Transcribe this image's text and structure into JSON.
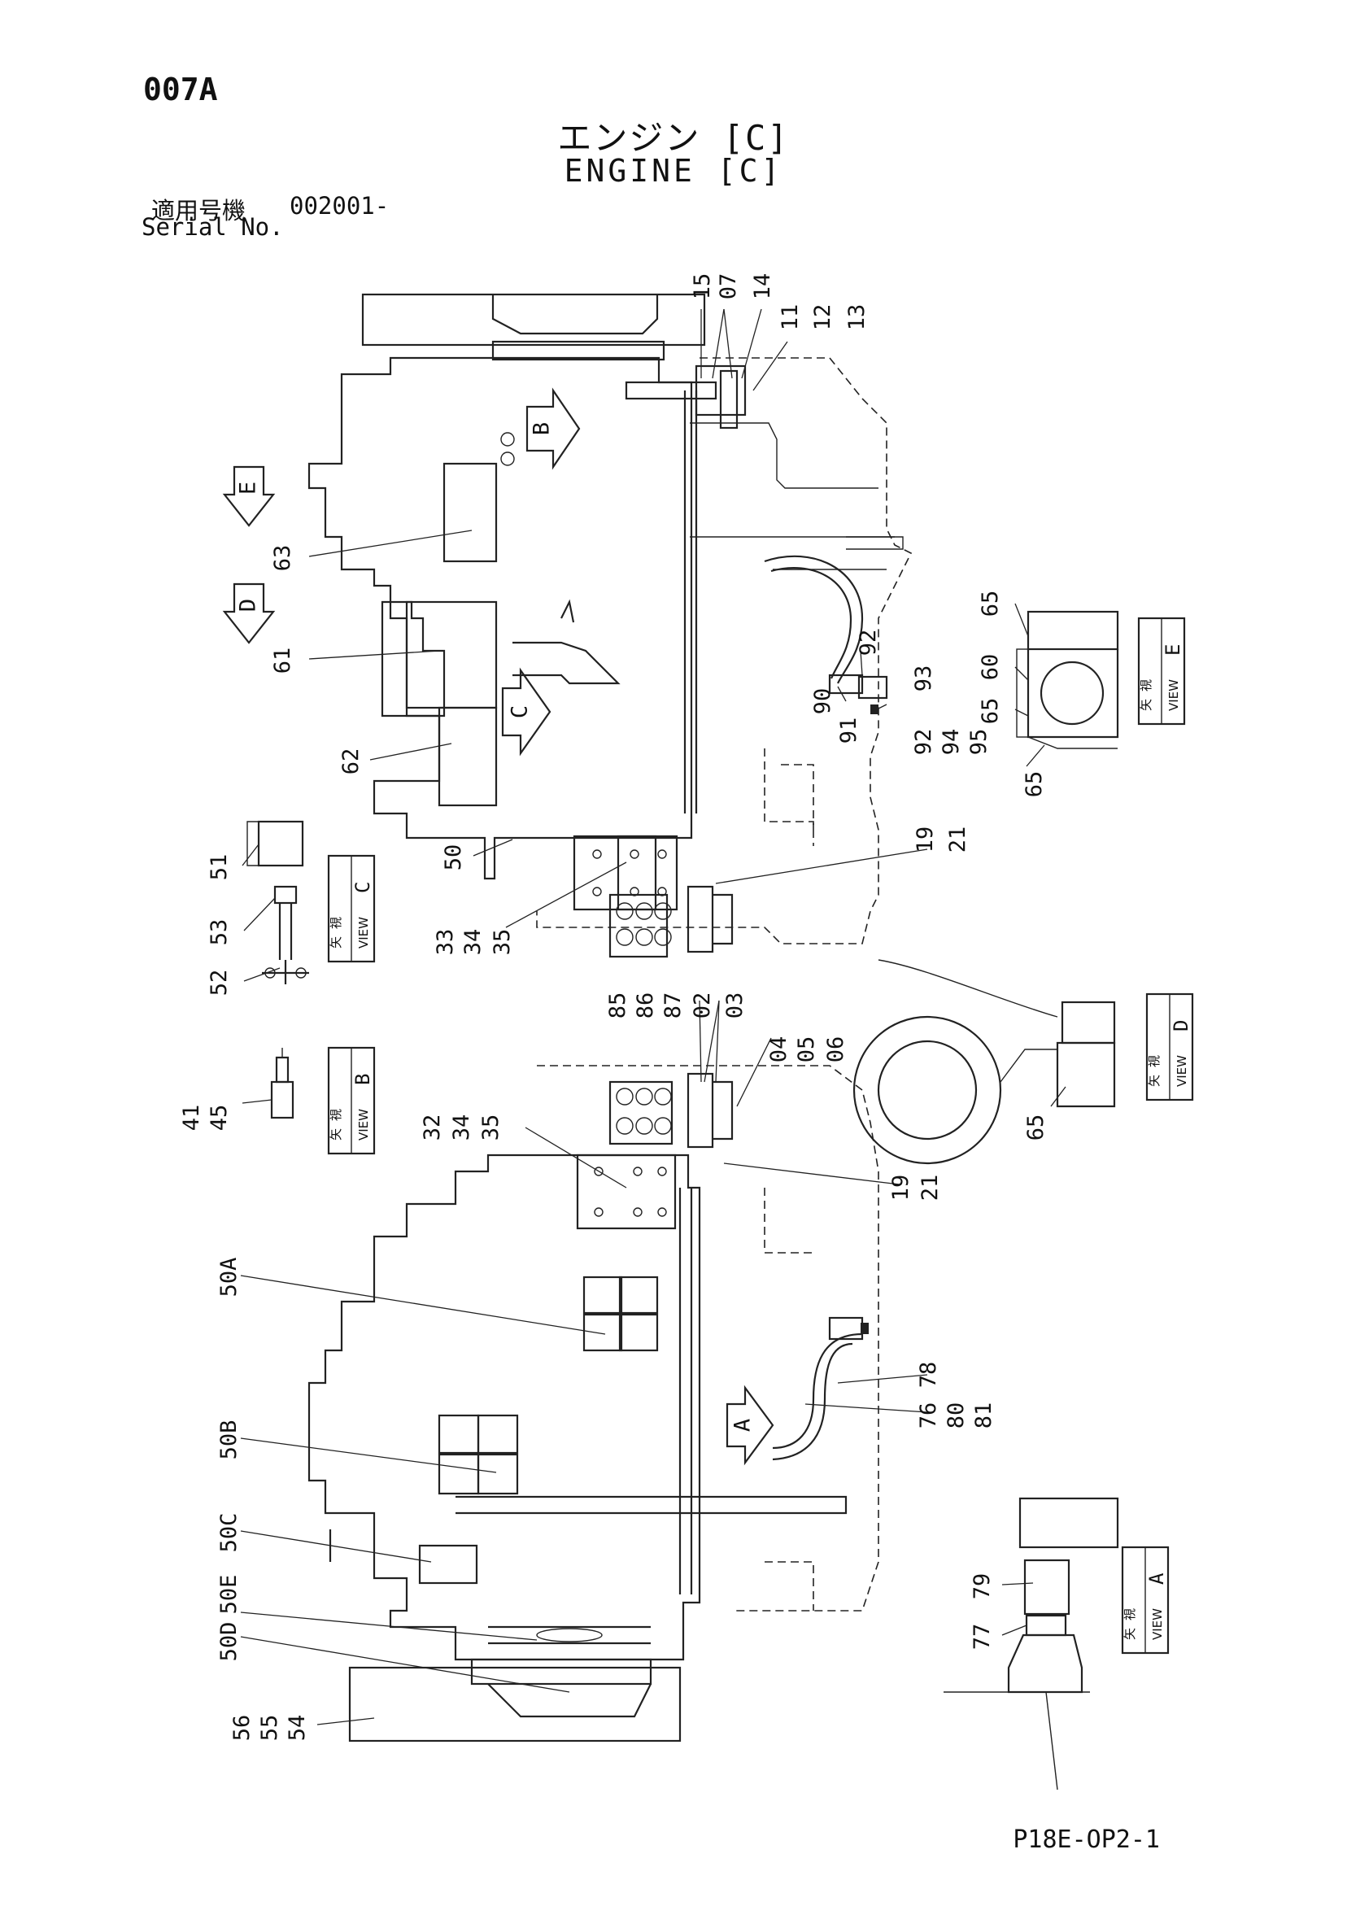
{
  "header": {
    "page_code": "007A",
    "title_jp": "エンジン [C]",
    "title_en": "ENGINE [C]",
    "serial_label_jp": "適用号機",
    "serial_value": "002001-",
    "serial_label_en": "Serial No."
  },
  "footer": {
    "code": "P18E-OP2-1"
  },
  "callouts": {
    "c15": "15",
    "c07": "07",
    "c14": "14",
    "c11": "11",
    "c12": "12",
    "c13": "13",
    "c63": "63",
    "c61": "61",
    "c62": "62",
    "c50": "50",
    "c19a": "19",
    "c21a": "21",
    "c33": "33",
    "c34a": "34",
    "c35a": "35",
    "c65a": "65",
    "c60": "60",
    "c65b": "65",
    "c65c": "65",
    "c90": "90",
    "c91": "91",
    "c92a": "92",
    "c93": "93",
    "c92b": "92",
    "c94": "94",
    "c95": "95",
    "c51": "51",
    "c53": "53",
    "c52": "52",
    "c41": "41",
    "c45": "45",
    "c85": "85",
    "c86": "86",
    "c87": "87",
    "c02": "02",
    "c03": "03",
    "c04": "04",
    "c05": "05",
    "c06": "06",
    "c32": "32",
    "c34b": "34",
    "c35b": "35",
    "c19b": "19",
    "c21b": "21",
    "c65d": "65",
    "c50A": "50A",
    "c50B": "50B",
    "c50C": "50C",
    "c50D": "50D",
    "c50E": "50E",
    "c56": "56",
    "c55": "55",
    "c54": "54",
    "c76": "76",
    "c78": "78",
    "c80": "80",
    "c81": "81",
    "c77": "77",
    "c79": "79"
  },
  "view_arrows": {
    "B": "B",
    "E": "E",
    "D": "D",
    "C": "C",
    "A": "A"
  },
  "view_boxes": {
    "jp_top": "矢",
    "jp_bottom": "視",
    "en": "VIEW",
    "E": "E",
    "C": "C",
    "B": "B",
    "D": "D",
    "A": "A"
  }
}
